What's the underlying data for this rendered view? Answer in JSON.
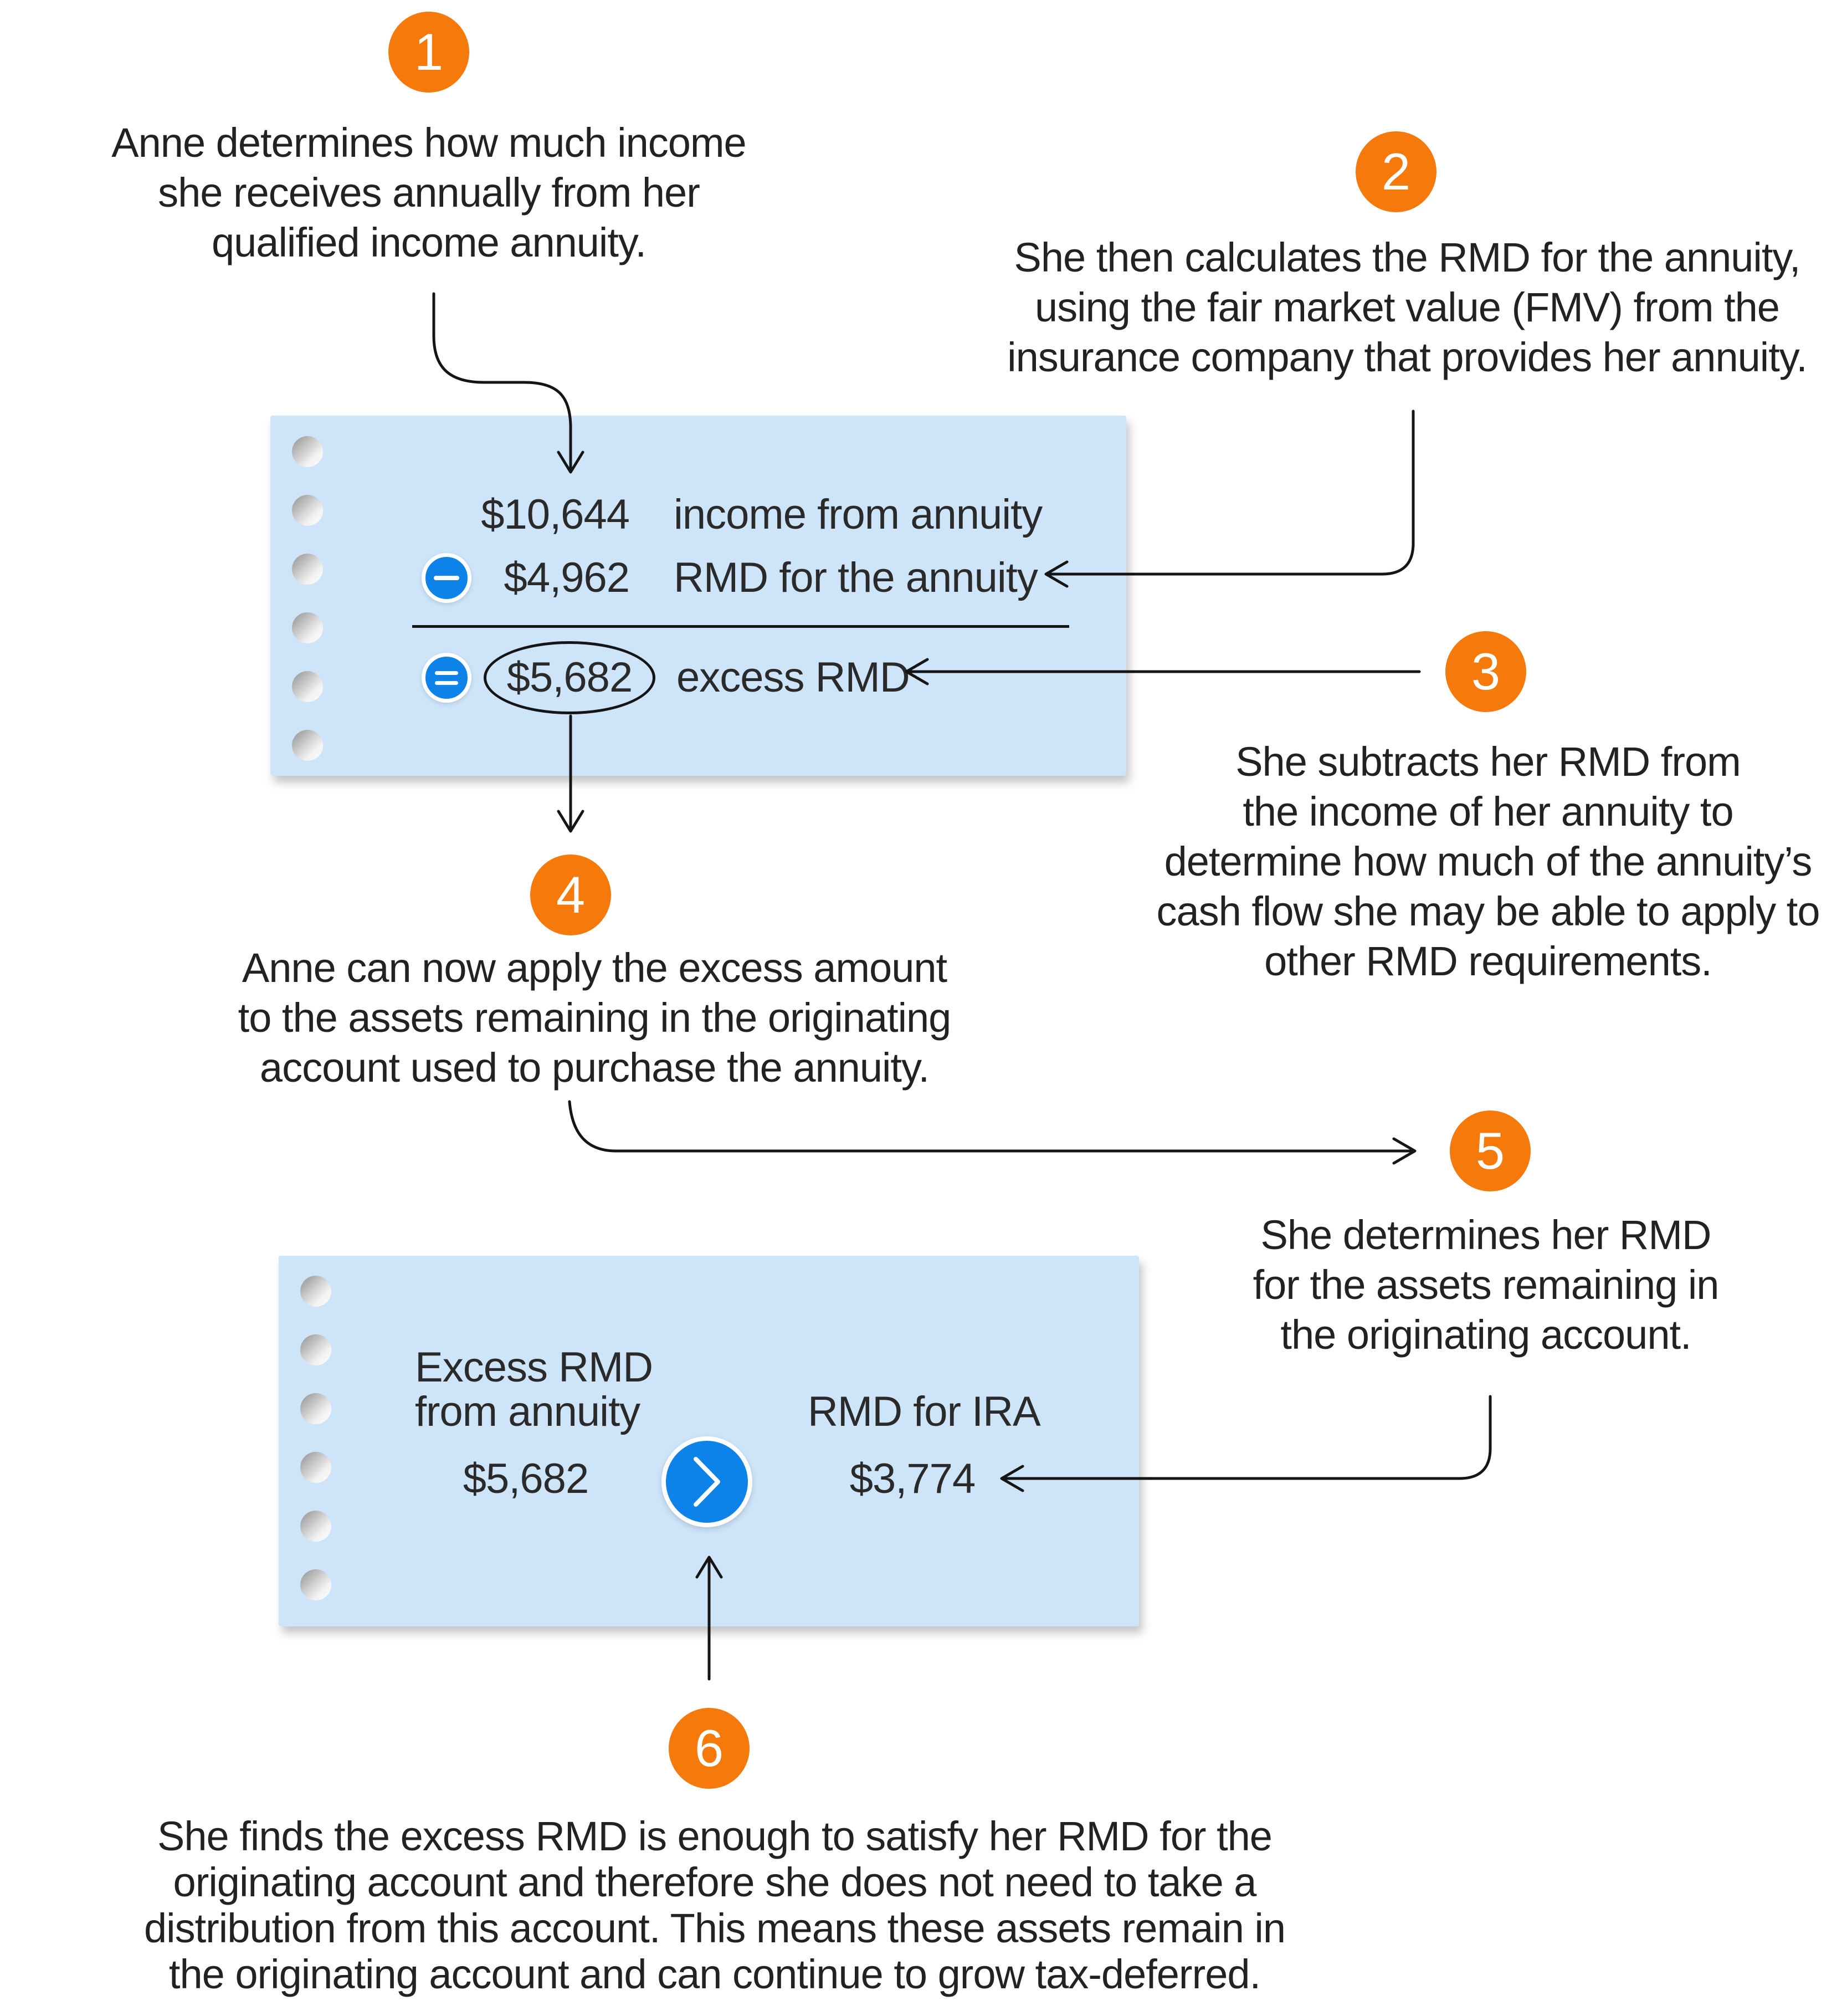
{
  "colors": {
    "accent_orange": "#F5790B",
    "card_blue": "#CDE4F9",
    "action_blue": "#0D82E9",
    "ink": "#222222"
  },
  "steps": [
    {
      "num": "1",
      "text": "Anne determines how much income\nshe receives annually from her\nqualified income annuity."
    },
    {
      "num": "2",
      "text": "She then calculates the RMD for the annuity,\nusing the fair market value (FMV) from the\ninsurance company that provides her annuity."
    },
    {
      "num": "3",
      "text": "She subtracts her RMD from\nthe income of her annuity to\ndetermine how much of the annuity’s\ncash flow she may be able to apply to\nother RMD requirements."
    },
    {
      "num": "4",
      "text": "Anne can now apply the excess amount\nto the assets remaining in the originating\naccount used to purchase the annuity."
    },
    {
      "num": "5",
      "text": "She determines her RMD\nfor the assets remaining in\nthe originating account."
    },
    {
      "num": "6",
      "text": "She finds the excess RMD is enough to satisfy her RMD for the\noriginating account and therefore she does not need to take a\ndistribution from this account. This means these assets remain in\nthe originating account and can continue to grow tax-deferred."
    }
  ],
  "card1": {
    "rows": [
      {
        "operator": "none",
        "value": "$10,644",
        "label": "income from annuity"
      },
      {
        "operator": "minus",
        "value": "$4,962",
        "label": "RMD for the annuity"
      },
      {
        "operator": "equals",
        "value": "$5,682",
        "label": "excess RMD"
      }
    ]
  },
  "card2": {
    "left_label": "Excess RMD\nfrom annuity",
    "left_value": "$5,682",
    "comparator": "greater-than",
    "right_label": "RMD for IRA",
    "right_value": "$3,774"
  }
}
